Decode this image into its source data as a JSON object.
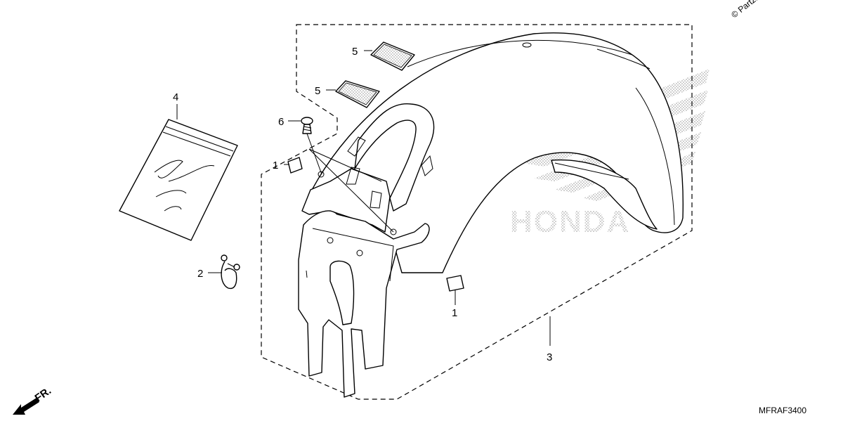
{
  "copyright": "© Partzilla",
  "drawing_code": "MFRAF3400",
  "front_indicator": "FR.",
  "watermark": "HONDA",
  "callouts": [
    "1",
    "1",
    "2",
    "3",
    "4",
    "5",
    "5",
    "6"
  ]
}
